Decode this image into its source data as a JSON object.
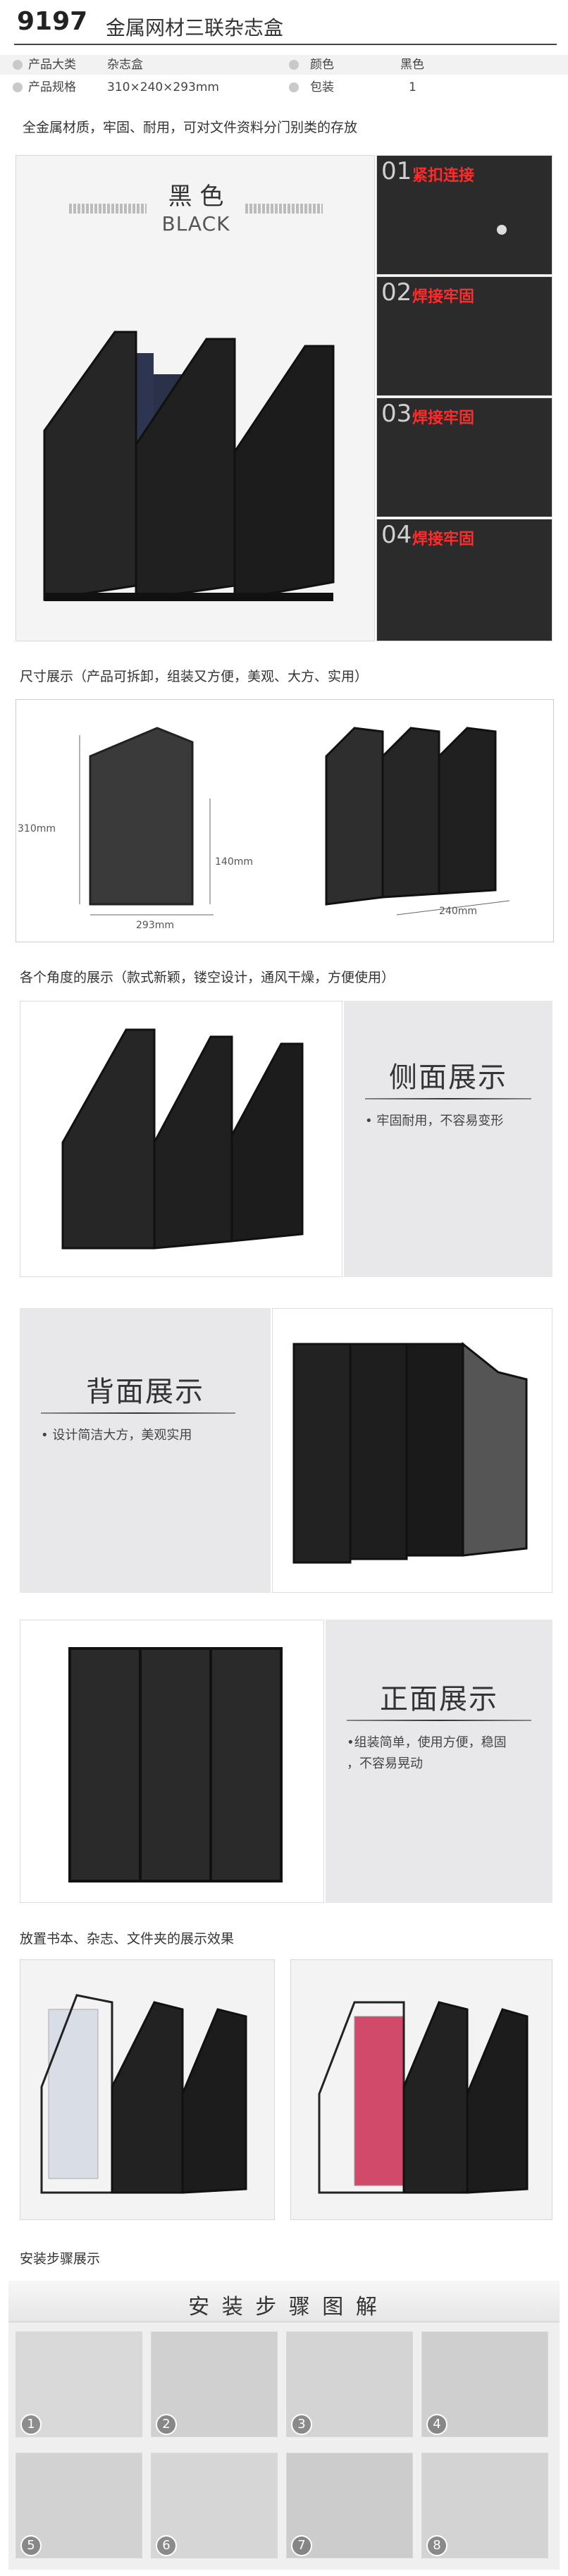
{
  "header": {
    "model": "9197",
    "title": "金属网材三联杂志盒"
  },
  "specs": {
    "category_label": "产品大类",
    "category_value": "杂志盒",
    "color_label": "颜色",
    "color_value": "黑色",
    "size_label": "产品规格",
    "size_value": "310×240×293mm",
    "package_label": "包装",
    "package_value": "1"
  },
  "intro": "全金属材质，牢固、耐用，可对文件资料分门别类的存放",
  "color_badge": {
    "cn": "黑 色",
    "en": "BLACK"
  },
  "details": [
    {
      "num": "01",
      "label": "紧扣连接"
    },
    {
      "num": "02",
      "label": "焊接牢固"
    },
    {
      "num": "03",
      "label": "焊接牢固"
    },
    {
      "num": "04",
      "label": "焊接牢固"
    }
  ],
  "size_section": {
    "caption": "尺寸展示（产品可拆卸，组装又方便，美观、大方、实用）",
    "height": "310mm",
    "width": "293mm",
    "depth": "140mm",
    "length": "240mm"
  },
  "angles_caption": "各个角度的展示（款式新颖，镂空设计，通风干燥，方便使用）",
  "side": {
    "title": "侧面展示",
    "desc": "• 牢固耐用，不容易变形"
  },
  "back": {
    "title": "背面展示",
    "desc": "• 设计简洁大方，美观实用"
  },
  "front": {
    "title": "正面展示",
    "desc1": "•组装简单，使用方便，稳固",
    "desc2": "，不容易晃动"
  },
  "display_caption": "放置书本、杂志、文件夹的展示效果",
  "install": {
    "caption": "安装步骤展示",
    "banner": "安 装 步 骤 图 解",
    "steps": [
      "1",
      "2",
      "3",
      "4",
      "5",
      "6",
      "7",
      "8"
    ]
  },
  "colors": {
    "accent_red": "#ff2a2a",
    "product_black": "#1e1e1e",
    "panel_grey": "#e8e8ea"
  }
}
